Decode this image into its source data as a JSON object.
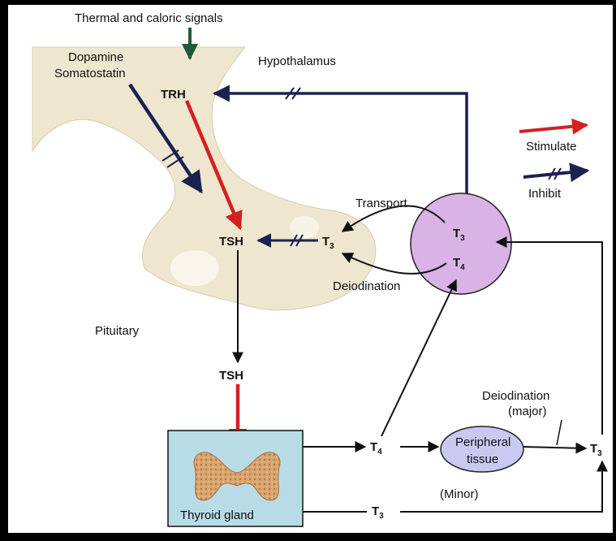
{
  "labels": {
    "thermal": "Thermal and caloric signals",
    "dopamine": "Dopamine",
    "somatostatin": "Somatostatin",
    "hypothalamus": "Hypothalamus",
    "trh": "TRH",
    "pituitary": "Pituitary",
    "tsh_pituitary": "TSH",
    "tsh_blood": "TSH",
    "transport": "Transport",
    "deiodination": "Deiodination",
    "deiodination_major": "Deiodination",
    "major": "(major)",
    "minor": "(Minor)",
    "peripheral_line1": "Peripheral",
    "peripheral_line2": "tissue",
    "thyroid_gland": "Thyroid gland",
    "t3_pituitary": "T",
    "t3_pituitary_sub": "3",
    "t3_circle": "T",
    "t3_circle_sub": "3",
    "t4_circle": "T",
    "t4_circle_sub": "4",
    "t4_out": "T",
    "t4_out_sub": "4",
    "t3_right": "T",
    "t3_right_sub": "3",
    "t3_bottom": "T",
    "t3_bottom_sub": "3"
  },
  "legend": {
    "stimulate": "Stimulate",
    "inhibit": "Inhibit"
  },
  "colors": {
    "stimulate": "#d42020",
    "inhibit": "#1b2150",
    "signal_green": "#1f5a36",
    "black_arrow": "#111111",
    "hypothalamus_fill": "#efe6cf",
    "nucleus_fill": "#d9b2e6",
    "peripheral_fill": "#c9c8f0",
    "thyroid_box_fill": "#b8dce6",
    "thyroid_gland_fill": "#d8a46e"
  }
}
